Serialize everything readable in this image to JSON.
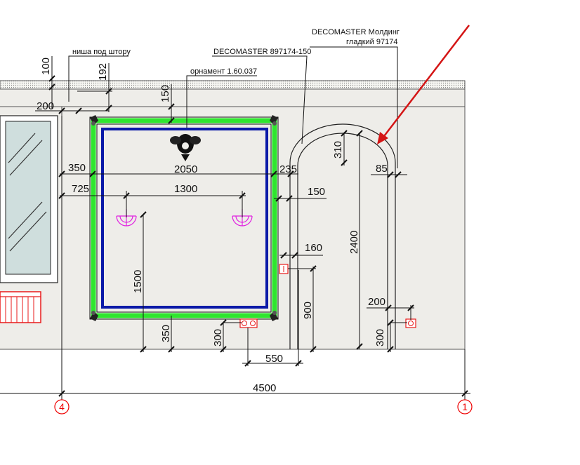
{
  "labels": {
    "niche": "ниша под штору",
    "ornament": "орнамент 1.60.037",
    "decomaster_frame": "DECOMASTER 897174-150",
    "decomaster_molding_1": "DECOMASTER Молдинг",
    "decomaster_molding_2": "гладкий 97174"
  },
  "dims": {
    "d100": "100",
    "d192": "192",
    "d150_top": "150",
    "d200_left": "200",
    "d350_left": "350",
    "d2050": "2050",
    "d235": "235",
    "d725": "725",
    "d1300": "1300",
    "d150_right": "150",
    "d160": "160",
    "d1500": "1500",
    "d350_bottom": "350",
    "d300_a": "300",
    "d550": "550",
    "d900": "900",
    "d310": "310",
    "d85": "85",
    "d2400": "2400",
    "d200_right": "200",
    "d300_b": "300",
    "d4500": "4500"
  },
  "axes": {
    "left": "4",
    "right": "1"
  },
  "colors": {
    "wall": "#eeede9",
    "ceiling_strip": "#f4f4f0",
    "frame_green": "#2ee62e",
    "frame_blue": "#0a1aa8",
    "window_glass": "#cfdedd",
    "radiator": "#e81a1a",
    "socket": "#e81a1a",
    "lamp": "#e020e0",
    "arrow": "#d41515",
    "axis_marker": "#e00000"
  }
}
